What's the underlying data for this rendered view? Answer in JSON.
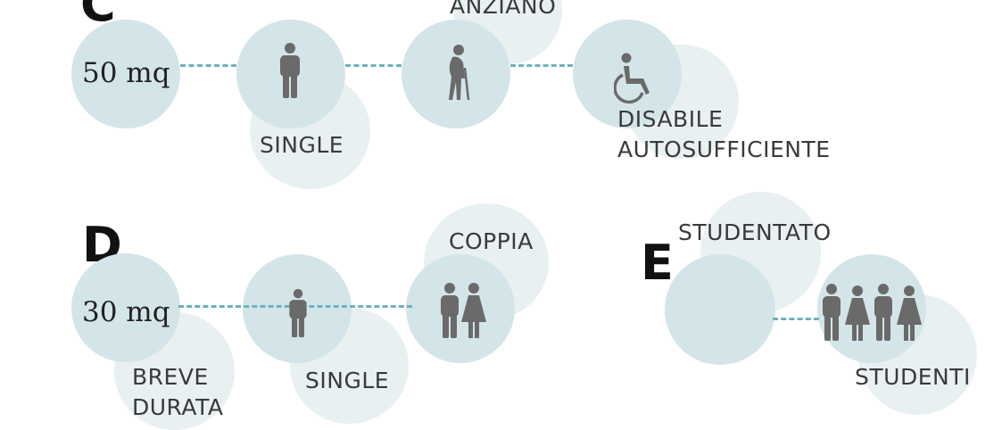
{
  "colors": {
    "circle": "#d3e5e9",
    "circle_ghost": "#e8f0f2",
    "dash": "#6fb0bd",
    "icon": "#6a6a6a"
  },
  "section_c": {
    "letter": "C",
    "area": "50 mq",
    "items": [
      {
        "icon": "single-person-icon",
        "label": "SINGLE"
      },
      {
        "icon": "elderly-person-icon",
        "label": "ANZIANO"
      },
      {
        "icon": "wheelchair-icon",
        "label": "DISABILE\nAUTOSUFFICIENTE"
      }
    ]
  },
  "section_d": {
    "letter": "D",
    "area": "30 mq",
    "note": "BREVE\nDURATA",
    "items": [
      {
        "icon": "single-person-icon",
        "label": "SINGLE"
      },
      {
        "icon": "couple-icon",
        "label": "COPPIA"
      }
    ]
  },
  "section_e": {
    "letter": "E",
    "hub_label": "STUDENTATO",
    "items": [
      {
        "icon": "students-group-icon",
        "label": "STUDENTI"
      }
    ]
  }
}
